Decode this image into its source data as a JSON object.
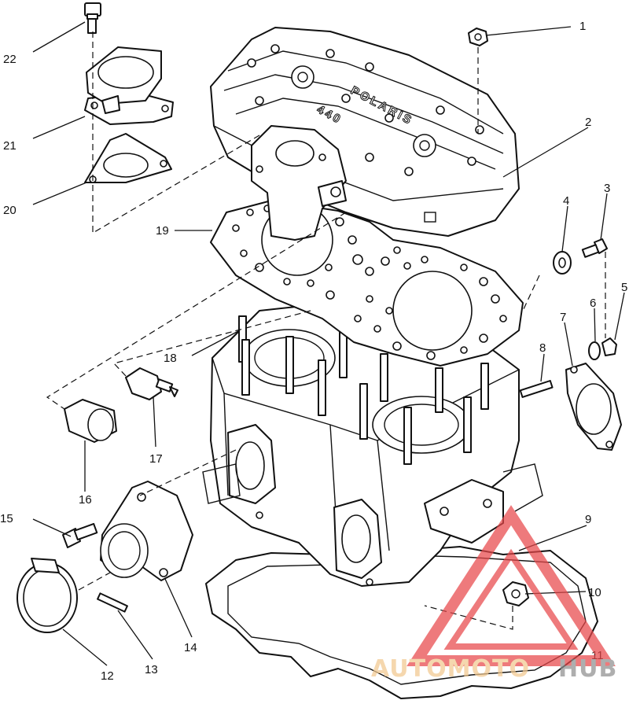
{
  "diagram": {
    "callouts": [
      "1",
      "2",
      "3",
      "4",
      "5",
      "6",
      "7",
      "8",
      "9",
      "10",
      "11",
      "12",
      "13",
      "14",
      "15",
      "16",
      "17",
      "18",
      "19",
      "20",
      "21",
      "22"
    ],
    "cover_lettering": {
      "brand": "POLARIS",
      "model": "440"
    }
  },
  "watermark": {
    "word_primary": "AUTOMOTO",
    "word_secondary": "HUB",
    "triangle_color": "#e8484a",
    "primary_color": "#f2c98f",
    "secondary_color": "#8f8f8f"
  }
}
